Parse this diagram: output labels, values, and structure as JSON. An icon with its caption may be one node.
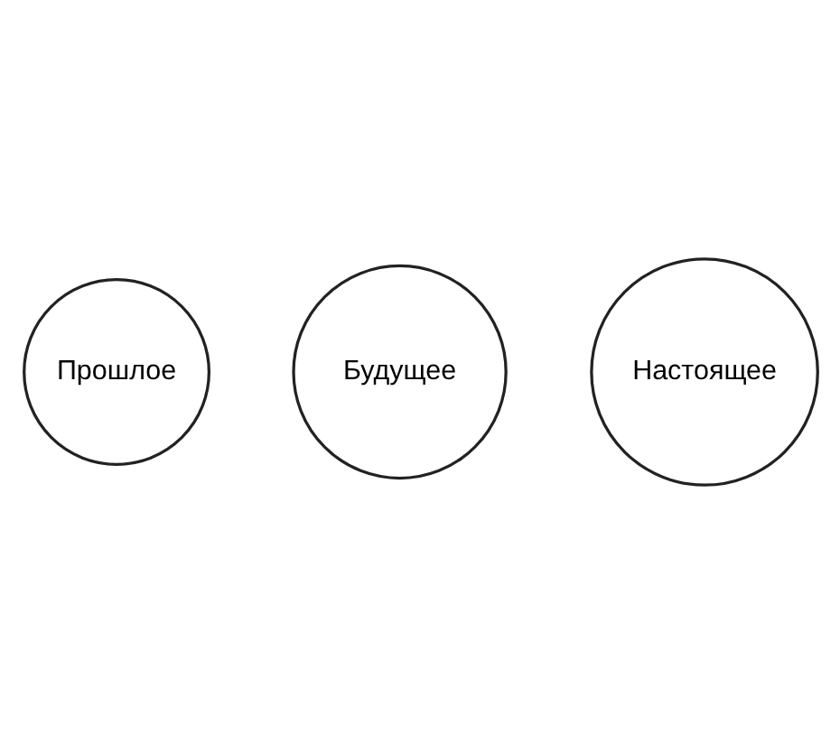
{
  "diagram": {
    "nodes": [
      {
        "text": [
          "Прошлое"
        ]
      },
      {
        "text": [
          "Будущее"
        ]
      },
      {
        "text": [
          "Настоящее"
        ]
      }
    ]
  }
}
